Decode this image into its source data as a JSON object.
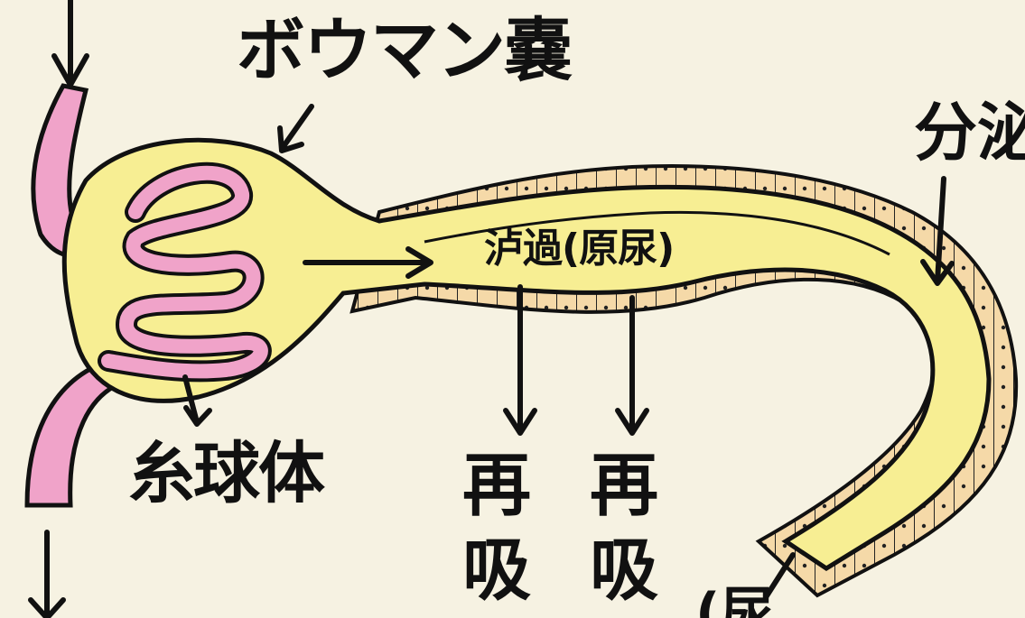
{
  "labels": {
    "bowman_capsule": "ボウマン嚢",
    "filtration": "泸過(原尿)",
    "glomerulus": "糸球体",
    "secretion": "分泌",
    "reabsorption_1": [
      "再",
      "吸"
    ],
    "reabsorption_2": [
      "再",
      "吸"
    ],
    "bottom_partial": "(尿"
  },
  "colors": {
    "background": "#f6f2e2",
    "capsule_fill": "#f7ee93",
    "vessel_pink": "#f0a3c9",
    "tubule_cells": "#f5d9a8",
    "ink": "#111111"
  }
}
